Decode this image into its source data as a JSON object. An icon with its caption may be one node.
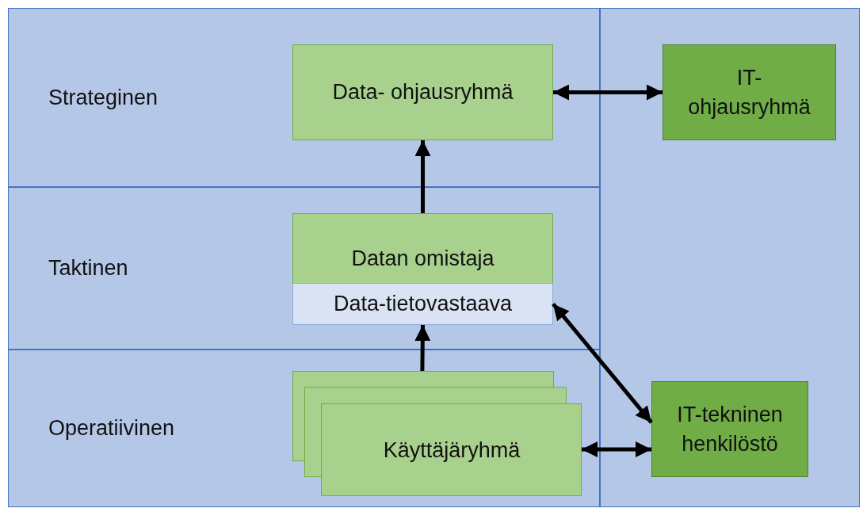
{
  "diagram": {
    "nodes": [
      {
        "text": [
          "Strateginen"
        ]
      },
      {
        "text": [
          "Data- ohjausryhmä"
        ],
        "in": 0
      },
      {
        "text": [
          "Taktinen"
        ]
      },
      {
        "text": [
          "Datan omistaja"
        ],
        "in": 2
      },
      {
        "text": [
          "Data-tietovastaava"
        ],
        "in": 3
      },
      {
        "text": [
          "Operatiivinen"
        ]
      },
      {
        "text": [
          "Käyttäjäryhmä"
        ],
        "in": 5
      },
      {
        "text": [],
        "shape": "box"
      },
      {
        "text": [
          "IT- ohjausryhmä"
        ],
        "in": 7
      },
      {
        "text": [
          "IT-tekninen henkilöstö"
        ],
        "in": 7
      }
    ],
    "edges": [
      {
        "from": 3,
        "to": 1,
        "arrow": "to"
      },
      {
        "from": 1,
        "to": 8,
        "arrow": "both"
      },
      {
        "from": 6,
        "to": 4,
        "arrow": "to"
      },
      {
        "from": 4,
        "to": 9,
        "arrow": "both"
      },
      {
        "from": 6,
        "to": 9,
        "arrow": "both"
      }
    ]
  }
}
